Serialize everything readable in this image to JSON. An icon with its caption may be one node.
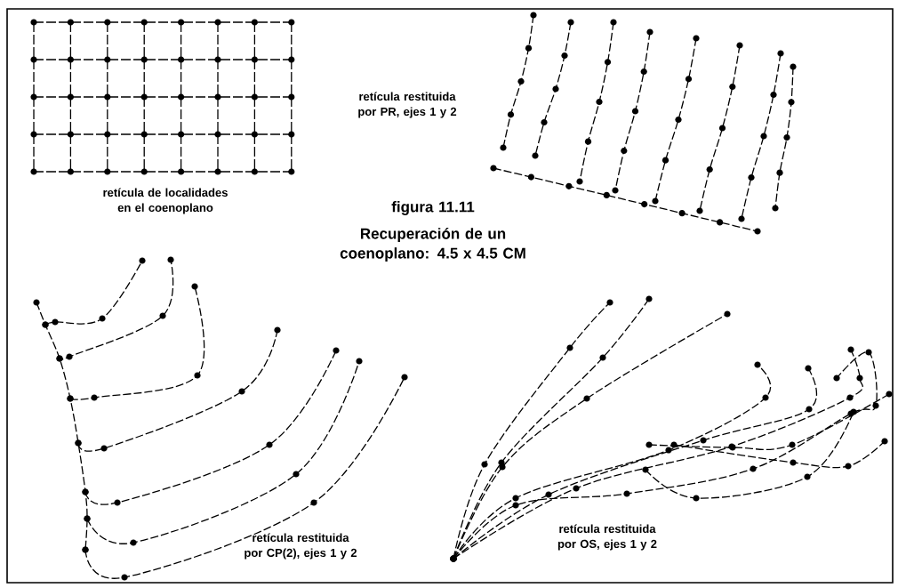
{
  "diagram": {
    "title": "figura 11.11",
    "caption": "Recuperación de un coenoplano: 4.5 x 4.5 CM",
    "labels": [
      "retícula de localidades en el coenoplano",
      "retícula restituida por PR, ejes 1 y 2",
      "retícula restituida por CP(2), ejes 1 y 2",
      "retícula restituida por OS, ejes 1 y 2"
    ]
  }
}
